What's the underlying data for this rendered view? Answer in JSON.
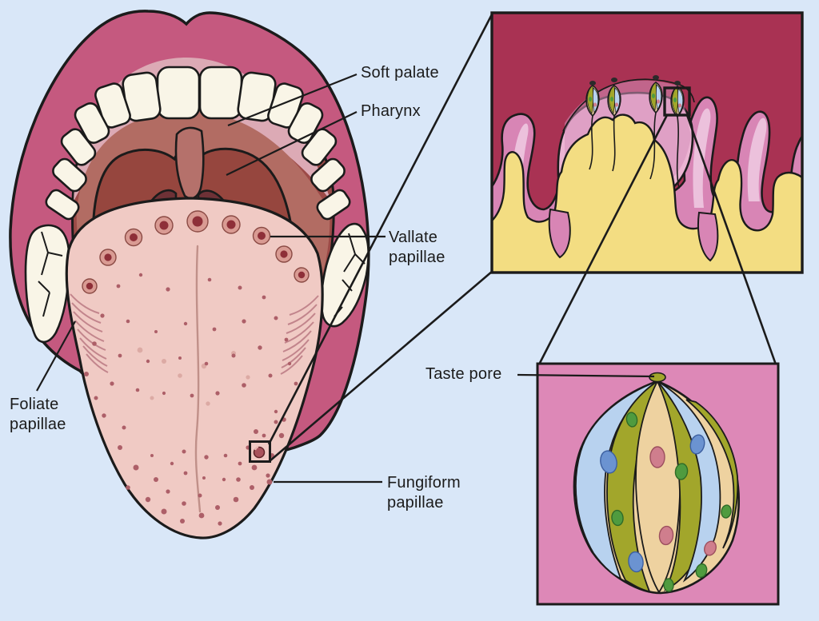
{
  "figure": {
    "labels": {
      "soft_palate": "Soft palate",
      "pharynx": "Pharynx",
      "vallate_papillae": "Vallate papillae",
      "foliate_papillae": "Foliate papillae",
      "taste_pore": "Taste pore",
      "fungiform_papillae": "Fungiform papillae"
    }
  },
  "colors": {
    "background": "#d9e7f8",
    "outline": "#1b1b1b",
    "lips": "#c5597f",
    "mouth_interior": "#9c4a47",
    "gum": "#dcaab5",
    "palate": "#b26c63",
    "soft_palate_dark": "#96463e",
    "pharynx": "#6e3136",
    "uvula": "#b5716b",
    "teeth": "#f9f5e7",
    "tongue": "#f0cac4",
    "tongue_crease": "#c09089",
    "vallate_ring": "#d99b93",
    "vallate_center": "#8e2f38",
    "fungiform_dot": "#ad5f68",
    "pale_bump": "#dcaaa4",
    "foliate_stroke": "#c2858c",
    "inset_maroon": "#a93253",
    "papilla_pink": "#d885b5",
    "papilla_pink_light": "#ecc1dc",
    "dome_pink": "#ecb4d3",
    "dome_shadow": "#d68fba",
    "connective_yellow": "#f3dd82",
    "inset_pink_bg": "#dd88b7",
    "cell_olive": "#a2a62b",
    "cell_blue": "#b8d2ef",
    "cell_tan": "#eed2a0",
    "nucleus_blue": "#6b93d1",
    "nucleus_green": "#4f9b3f",
    "nucleus_rose": "#cf7e8d"
  }
}
